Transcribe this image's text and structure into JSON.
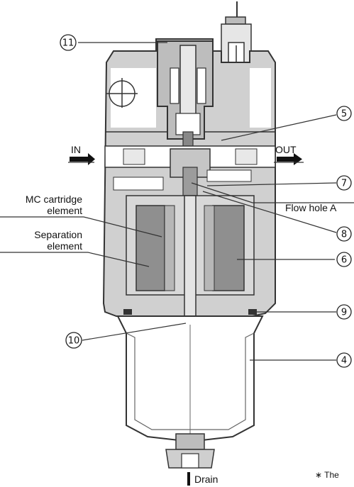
{
  "labels": {
    "in": "IN",
    "out": "OUT",
    "mc_cartridge_line1": "MC cartridge",
    "mc_cartridge_line2": "element",
    "separation_line1": "Separation",
    "separation_line2": "element",
    "flow_hole": "Flow hole A",
    "drain": "Drain",
    "footnote": "∗ The"
  },
  "callouts": {
    "n11": "11",
    "n5": "5",
    "n7": "7",
    "n8": "8",
    "n6": "6",
    "n9": "9",
    "n10": "10",
    "n4": "4"
  },
  "colors": {
    "body_fill": "#cfcfcf",
    "cartridge_fill": "#8f8f8f",
    "outline": "#333333",
    "bowl_fill": "#ffffff"
  }
}
